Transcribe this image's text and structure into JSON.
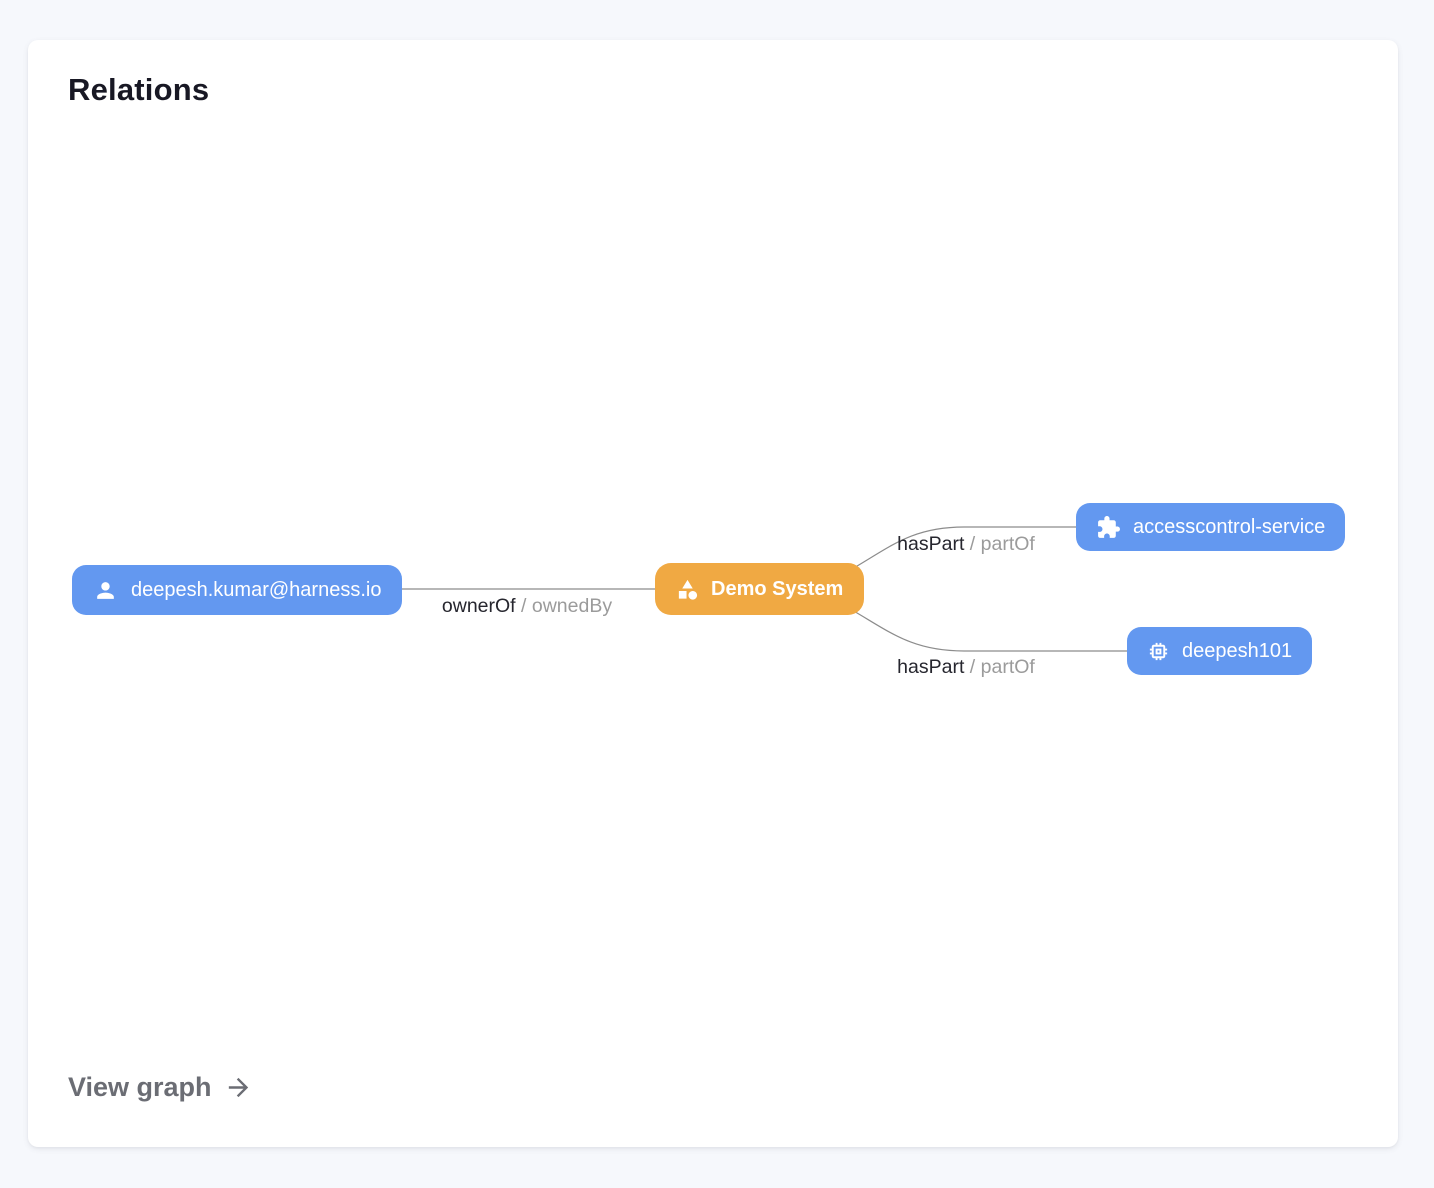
{
  "card": {
    "title": "Relations",
    "footer": {
      "label": "View graph",
      "icon": "arrow-right-icon"
    }
  },
  "colors": {
    "page_background": "#f6f8fc",
    "card_background": "#ffffff",
    "node_blue": "#6398f0",
    "node_amber": "#f0a943",
    "node_text": "#ffffff",
    "edge_line": "#8c8c8c",
    "edge_label_primary": "#26262e",
    "edge_label_secondary": "#9b9b9b",
    "footer_link_text": "#6b6d74"
  },
  "graph": {
    "nodes": [
      {
        "id": "user",
        "label": "deepesh.kumar@harness.io",
        "icon": "person-icon",
        "color": "#6398f0"
      },
      {
        "id": "system",
        "label": "Demo System",
        "icon": "category-icon",
        "color": "#f0a943"
      },
      {
        "id": "service",
        "label": "accesscontrol-service",
        "icon": "puzzle-icon",
        "color": "#6398f0"
      },
      {
        "id": "component",
        "label": "deepesh101",
        "icon": "chip-icon",
        "color": "#6398f0"
      }
    ],
    "edges": [
      {
        "from": "deepesh.kumar@harness.io",
        "to": "Demo System",
        "label_primary": "ownerOf",
        "separator": " / ",
        "label_secondary": "ownedBy"
      },
      {
        "from": "Demo System",
        "to": "accesscontrol-service",
        "label_primary": "hasPart",
        "separator": " / ",
        "label_secondary": "partOf"
      },
      {
        "from": "Demo System",
        "to": "deepesh101",
        "label_primary": "hasPart",
        "separator": " / ",
        "label_secondary": "partOf"
      }
    ]
  }
}
